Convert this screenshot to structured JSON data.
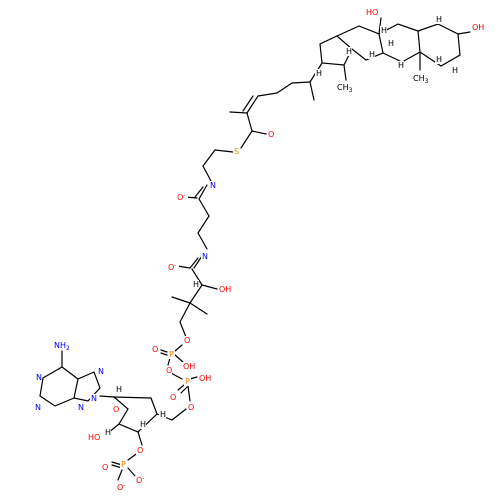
{
  "colors": {
    "bond": "#000000",
    "carbon": "#000000",
    "nitrogen": "#0000ff",
    "oxygen": "#ff0000",
    "sulfur": "#b8a000",
    "phosphorus": "#ff8000"
  },
  "atoms": {
    "ring_oh_top": "HO",
    "h_top_1": "H",
    "h_top_2": "H",
    "oh_right": "OH",
    "h_mid_1": "H",
    "h_mid_2": "H",
    "h_mid_3": "H",
    "h_mid_4": "H",
    "h_mid_5": "H",
    "h_mid_6": "H",
    "h_methyl_a": "H",
    "ch3_a": "CH3",
    "ch3_b": "CH3",
    "thioester_o": "O",
    "sulfur": "S",
    "imine_n_1": "N",
    "oxide_1": "O-",
    "imine_n_2": "N",
    "oxide_2": "O-",
    "oh_side": "OH",
    "h_side": "H",
    "ester_o_1": "O",
    "p_1": "P",
    "p1_o_double": "O",
    "p1_oh": "OH",
    "bridge_o": "O",
    "p_2": "P",
    "p2_oh": "OH",
    "p2_o_double": "O",
    "ester_o_2": "O",
    "nh2": "NH2",
    "purine_n_1": "N",
    "purine_n_2": "N",
    "purine_n_3": "N",
    "purine_n_4": "N",
    "purine_n_5": "N",
    "ribose_o": "O",
    "h_ribose_1": "H",
    "h_ribose_2": "H",
    "h_ribose_3": "H",
    "h_ribose_4": "H",
    "ho_ribose": "HO",
    "o_3p": "O",
    "p_3": "P",
    "p3_o_double": "O",
    "p3_o_minus_1": "O-",
    "p3_o_minus_2": "O-"
  }
}
